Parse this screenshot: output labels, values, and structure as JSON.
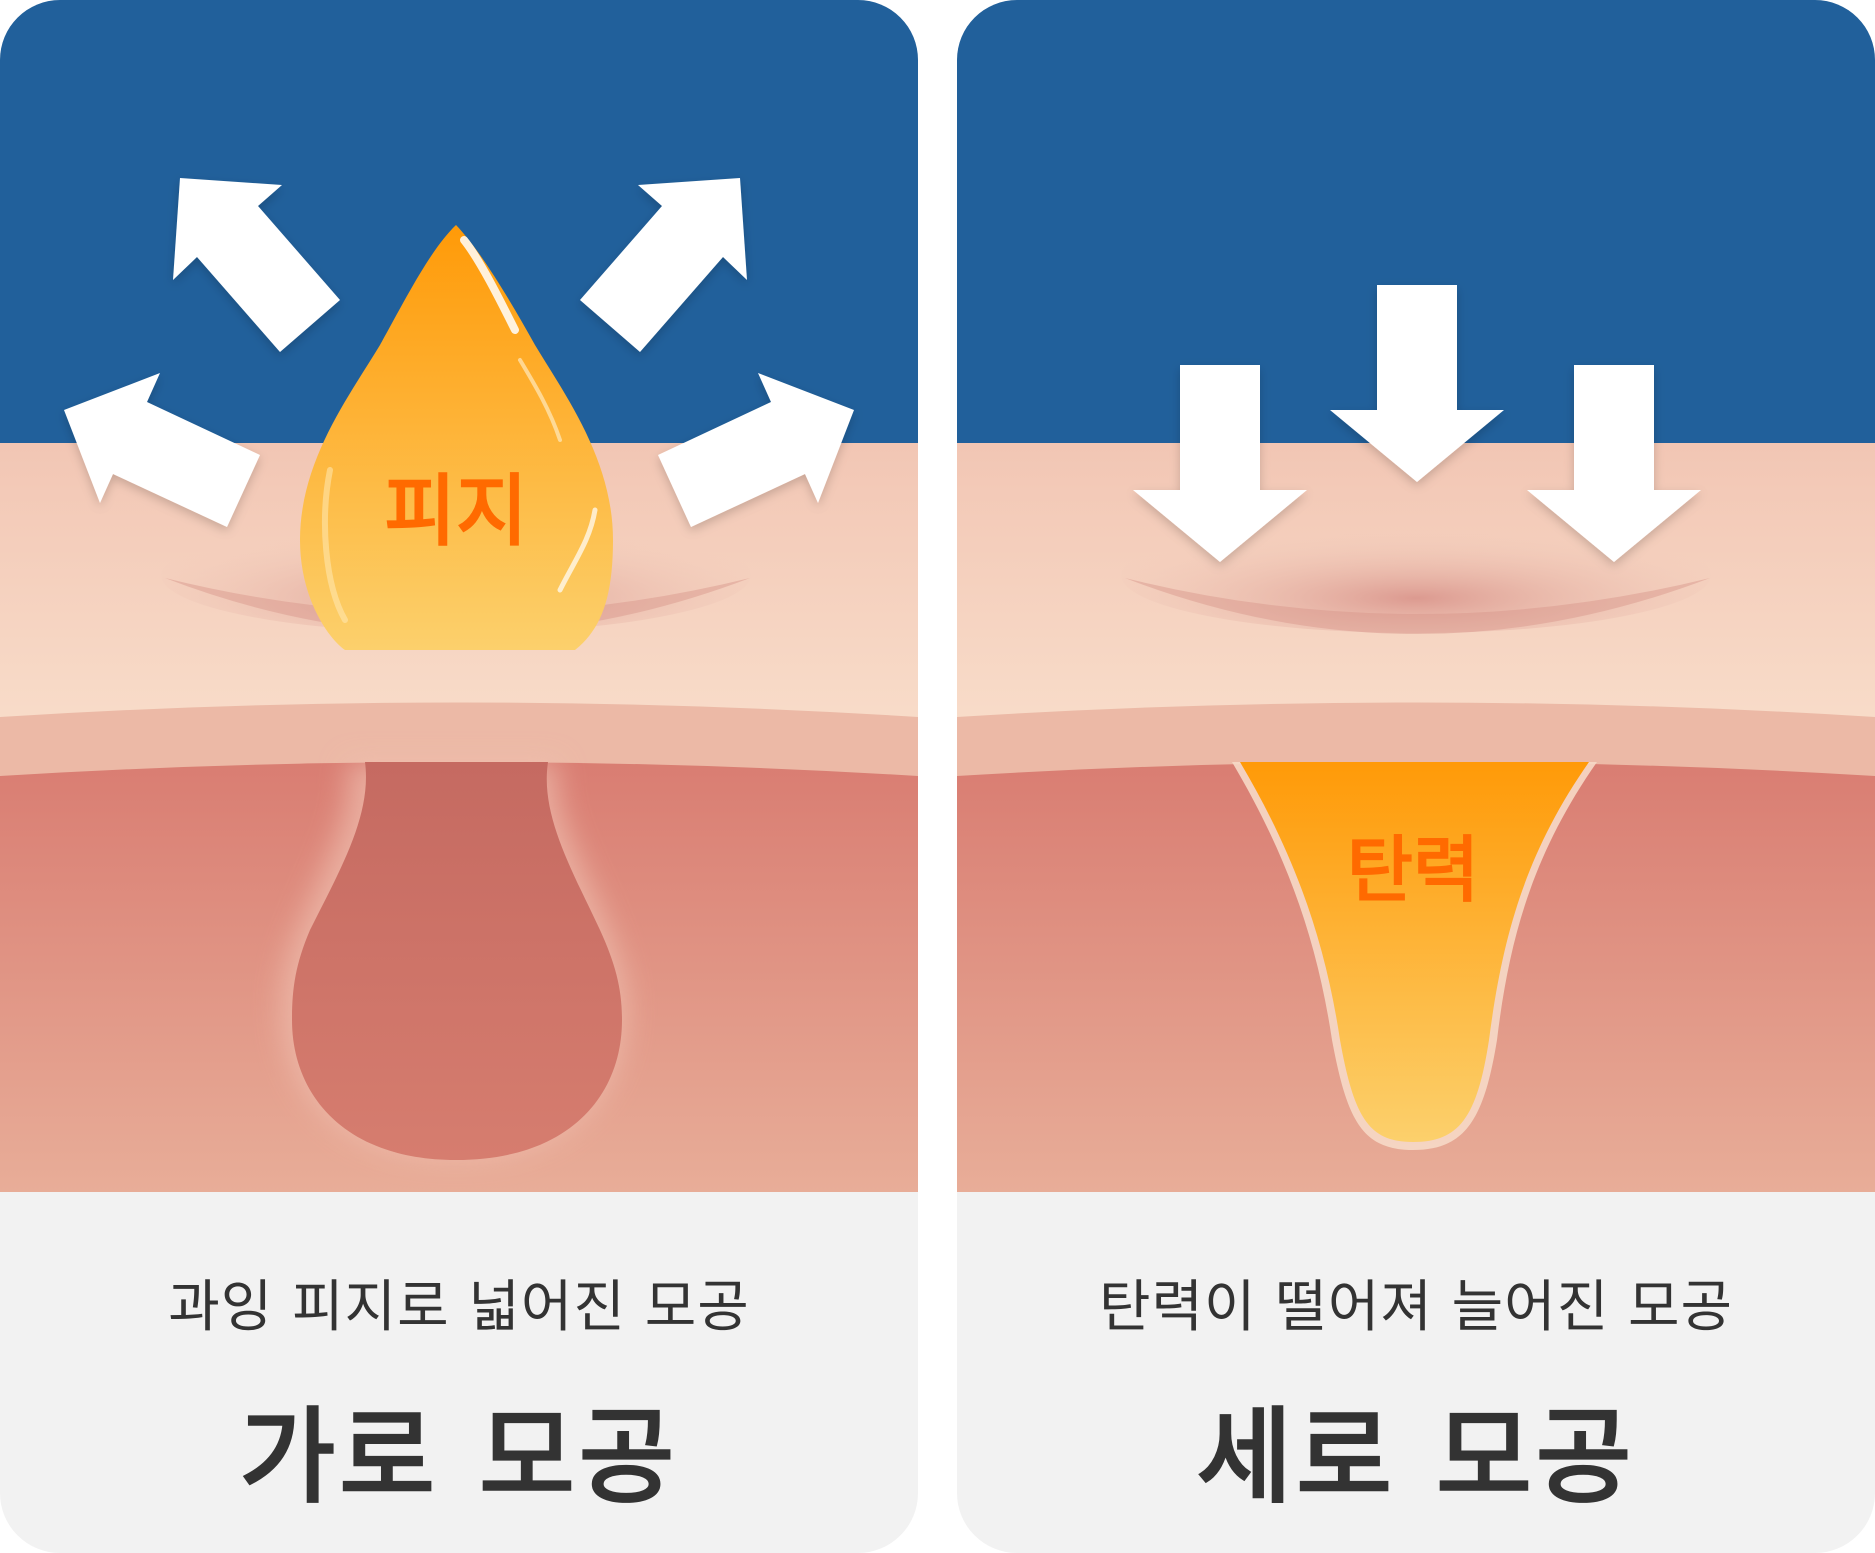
{
  "colors": {
    "sky": "#21609b",
    "skin_top": "#f2c6b4",
    "skin_mid": "#f8dcc9",
    "skin_layer": "#ecb9a6",
    "dermis_top": "#d97d72",
    "dermis_bottom": "#e8ad98",
    "pore_dark": "#c96c62",
    "sebum_top": "#ff9a08",
    "sebum_bottom": "#fcd06c",
    "label_orange": "#ff6a00",
    "caption_bg": "#f2f2f2",
    "caption_text": "#333333",
    "arrow": "#ffffff"
  },
  "panels": [
    {
      "id": "horizontal-pore",
      "label": "피지",
      "subtitle": "과잉 피지로 넓어진 모공",
      "title": "가로 모공",
      "arrow_icon": "outward-arrow-icon"
    },
    {
      "id": "vertical-pore",
      "label": "탄력",
      "subtitle": "탄력이 떨어져 늘어진 모공",
      "title": "세로 모공",
      "arrow_icon": "down-arrow-icon"
    }
  ]
}
